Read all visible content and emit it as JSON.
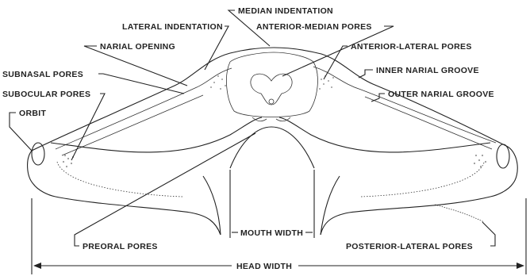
{
  "labels": {
    "median_indentation": "MEDIAN INDENTATION",
    "lateral_indentation": "LATERAL INDENTATION",
    "anterior_median_pores": "ANTERIOR-MEDIAN PORES",
    "narial_opening": "NARIAL OPENING",
    "anterior_lateral_pores": "ANTERIOR-LATERAL PORES",
    "subnasal_pores": "SUBNASAL PORES",
    "inner_narial_groove": "INNER NARIAL GROOVE",
    "subocular_pores": "SUBOCULAR PORES",
    "outer_narial_groove": "OUTER NARIAL GROOVE",
    "orbit": "ORBIT",
    "mouth_width": "MOUTH WIDTH",
    "preoral_pores": "PREORAL PORES",
    "posterior_lateral_pores": "POSTERIOR-LATERAL PORES",
    "head_width": "HEAD WIDTH"
  },
  "colors": {
    "ink": "#222222",
    "stipple": "#9a9a9a",
    "background": "#ffffff"
  }
}
